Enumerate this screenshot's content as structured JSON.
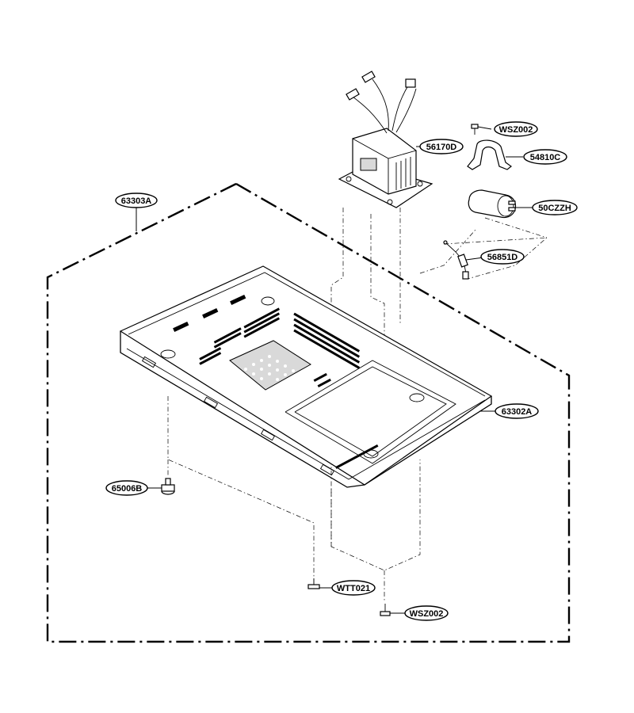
{
  "diagram": {
    "parts": [
      {
        "id": "p_63303A",
        "label": "63303A"
      },
      {
        "id": "p_56170D",
        "label": "56170D"
      },
      {
        "id": "p_WSZ002_top",
        "label": "WSZ002"
      },
      {
        "id": "p_54810C",
        "label": "54810C"
      },
      {
        "id": "p_50CZZH",
        "label": "50CZZH"
      },
      {
        "id": "p_56851D",
        "label": "56851D"
      },
      {
        "id": "p_63302A",
        "label": "63302A"
      },
      {
        "id": "p_65006B",
        "label": "65006B"
      },
      {
        "id": "p_WTT021",
        "label": "WTT021"
      },
      {
        "id": "p_WSZ002_bottom",
        "label": "WSZ002"
      }
    ]
  }
}
